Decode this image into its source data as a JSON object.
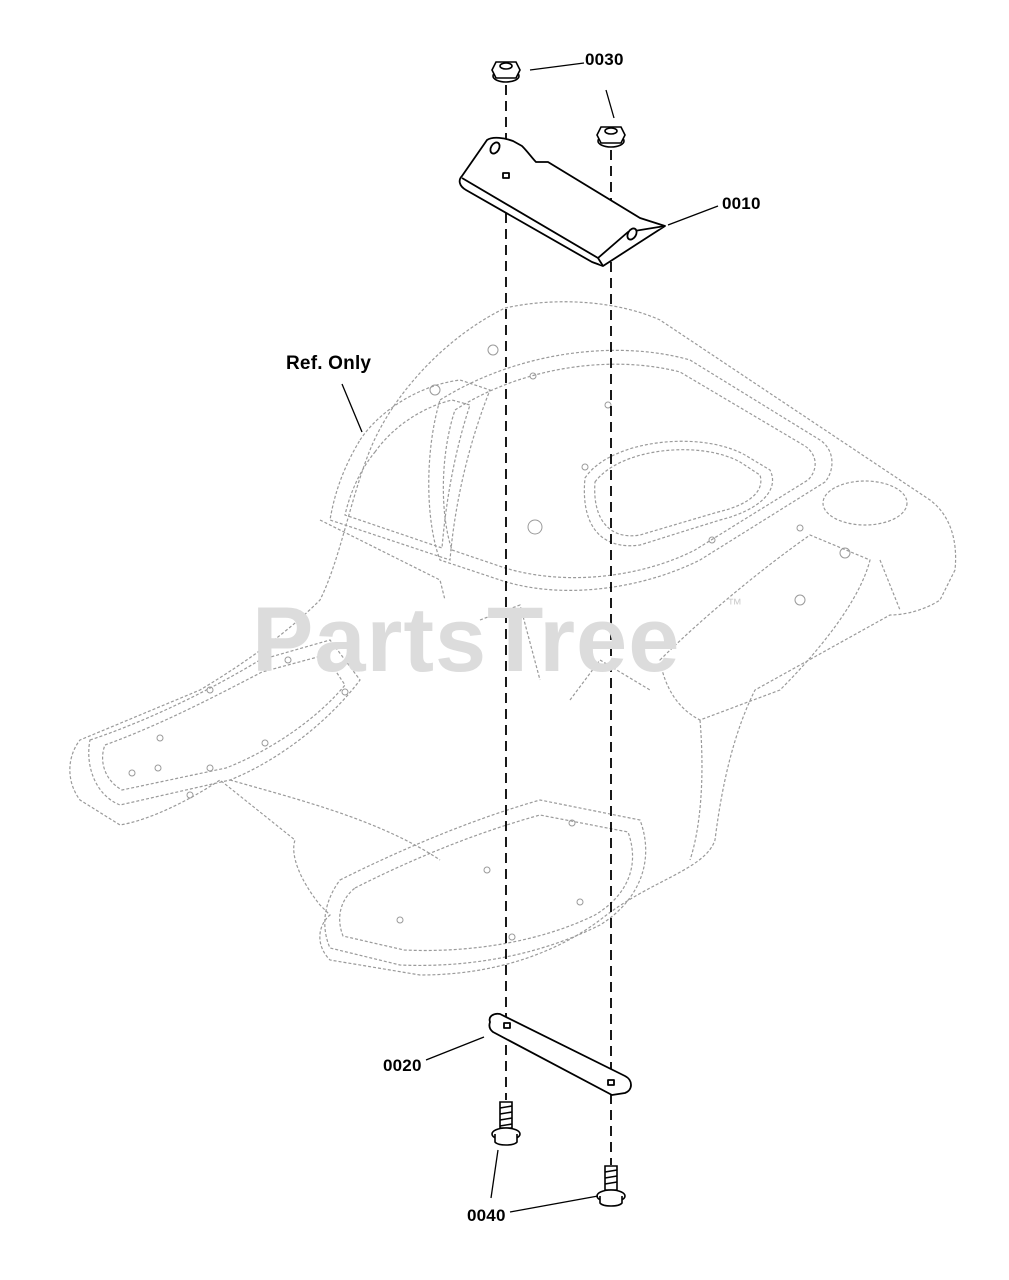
{
  "diagram": {
    "reference_label": "Ref. Only",
    "watermark": "PartsTree",
    "watermark_tm": "™",
    "callouts": {
      "nut": "0030",
      "bracket": "0010",
      "plate": "0020",
      "bolt": "0040"
    }
  }
}
